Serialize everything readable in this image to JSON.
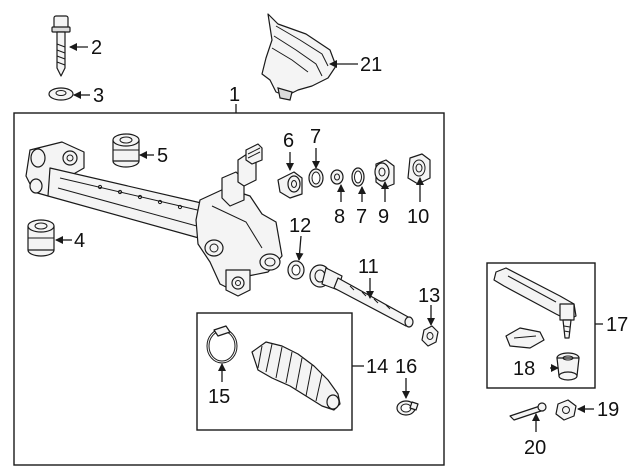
{
  "callouts": {
    "c1": "1",
    "c2": "2",
    "c3": "3",
    "c4": "4",
    "c5": "5",
    "c6": "6",
    "c7a": "7",
    "c7b": "7",
    "c8": "8",
    "c9": "9",
    "c10": "10",
    "c11": "11",
    "c12": "12",
    "c13": "13",
    "c14": "14",
    "c15": "15",
    "c16": "16",
    "c17": "17",
    "c18": "18",
    "c19": "19",
    "c20": "20",
    "c21": "21"
  },
  "colors": {
    "line": "#1a1a1a",
    "fill": "#f4f4f4",
    "background": "#ffffff"
  }
}
